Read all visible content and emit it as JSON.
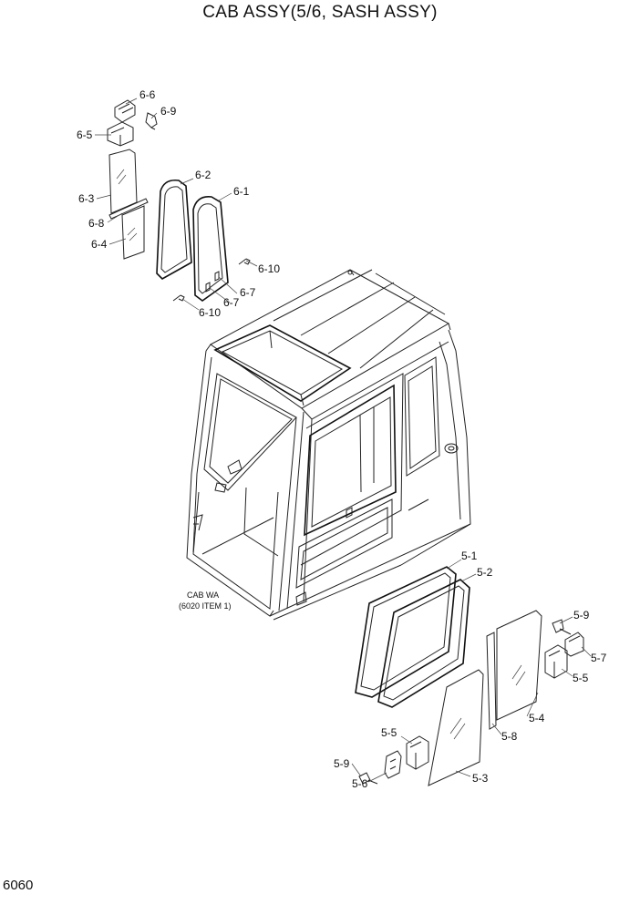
{
  "title": "CAB ASSY(5/6, SASH ASSY)",
  "page_number": "6060",
  "cab_note": {
    "line1": "CAB WA",
    "line2": "(6020 ITEM 1)"
  },
  "callouts": {
    "c_6_6": "6-6",
    "c_6_9": "6-9",
    "c_6_5": "6-5",
    "c_6_3": "6-3",
    "c_6_8": "6-8",
    "c_6_4": "6-4",
    "c_6_2": "6-2",
    "c_6_1": "6-1",
    "c_6_10a": "6-10",
    "c_6_7": "6-7",
    "c_6_10b": "6-10",
    "c_5_1": "5-1",
    "c_5_2": "5-2",
    "c_5_9a": "5-9",
    "c_5_7": "5-7",
    "c_5_5a": "5-5",
    "c_5_4": "5-4",
    "c_5_5b": "5-5",
    "c_5_8": "5-8",
    "c_5_9b": "5-9",
    "c_5_6": "5-6",
    "c_5_3": "5-3"
  }
}
